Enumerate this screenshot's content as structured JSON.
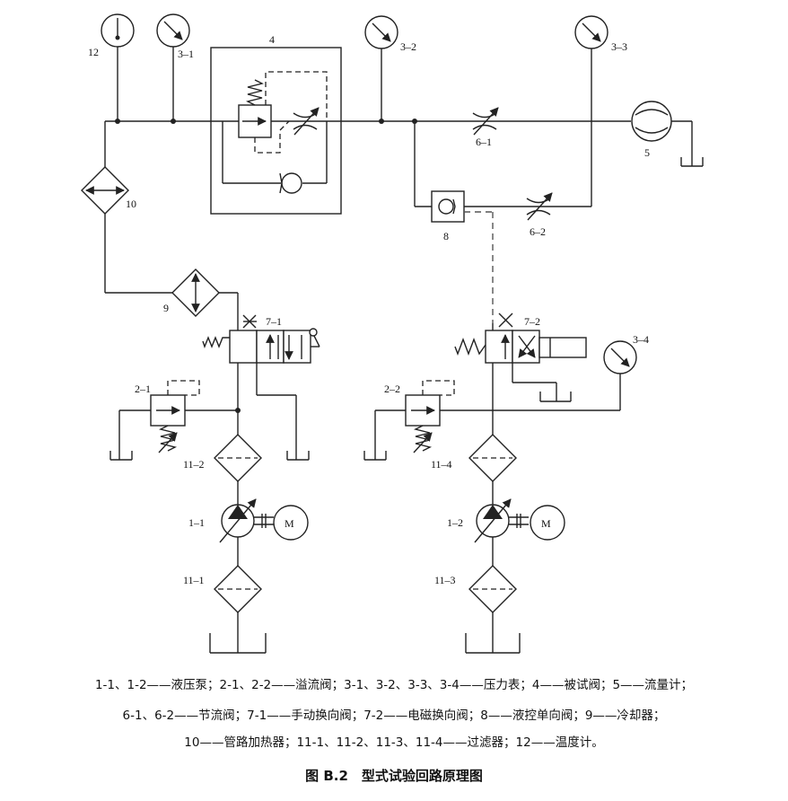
{
  "labels": {
    "gauge_12": "12",
    "gauge_3_1": "3–1",
    "gauge_3_2": "3–2",
    "gauge_3_3": "3–3",
    "gauge_3_4": "3–4",
    "valve_box_4": "4",
    "flowmeter_5": "5",
    "throttle_6_1": "6–1",
    "throttle_6_2": "6–2",
    "check_valve_8": "8",
    "cooler_9": "9",
    "heater_10": "10",
    "manual_valve_7_1": "7–1",
    "solenoid_valve_7_2": "7–2",
    "relief_2_1": "2–1",
    "relief_2_2": "2–2",
    "filter_11_1": "11–1",
    "filter_11_2": "11–2",
    "filter_11_3": "11–3",
    "filter_11_4": "11–4",
    "pump_1_1": "1–1",
    "pump_1_2": "1–2",
    "motor_left": "M",
    "motor_right": "M"
  },
  "legend": {
    "line1": "1-1、1-2——液压泵；2-1、2-2——溢流阀；3-1、3-2、3-3、3-4——压力表；4——被试阀；5——流量计；",
    "line2": "6-1、6-2——节流阀；7-1——手动换向阀；7-2——电磁换向阀；8——液控单向阀；9——冷却器；",
    "line3": "10——管路加热器；11-1、11-2、11-3、11-4——过滤器；12——温度计。"
  },
  "caption": "图 B.2　型式试验回路原理图"
}
